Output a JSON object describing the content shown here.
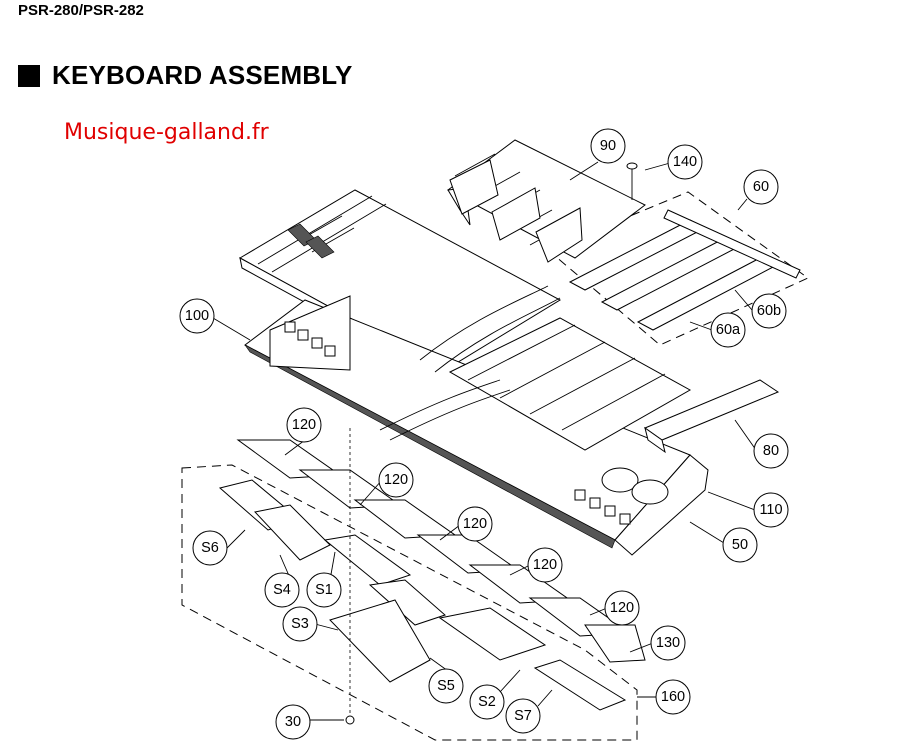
{
  "header": {
    "model": "PSR-280/PSR-282",
    "section": "KEYBOARD ASSEMBLY"
  },
  "watermark": "Musique-galland.fr",
  "callouts": {
    "c90": "90",
    "c140": "140",
    "c60": "60",
    "c60b": "60b",
    "c60a": "60a",
    "c100": "100",
    "c80": "80",
    "c110": "110",
    "c50": "50",
    "c120a": "120",
    "c120b": "120",
    "c120c": "120",
    "c120d": "120",
    "c120e": "120",
    "c130": "130",
    "c160": "160",
    "cS6": "S6",
    "cS4": "S4",
    "cS1": "S1",
    "cS3": "S3",
    "cS5": "S5",
    "cS2": "S2",
    "cS7": "S7",
    "c30": "30"
  }
}
